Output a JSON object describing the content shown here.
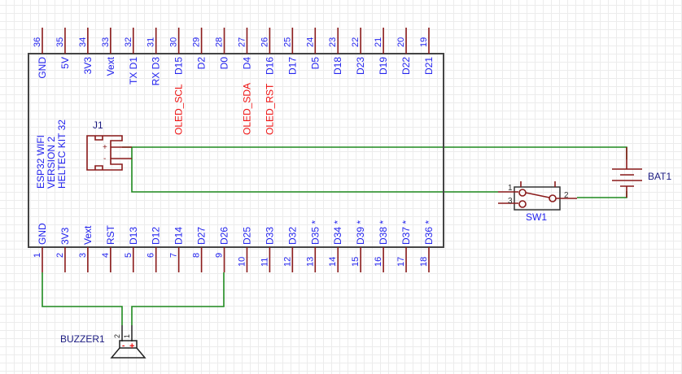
{
  "module": {
    "title_lines": [
      "ESP32 WIFI",
      "VERSION 2",
      "HELTEC KIT 32"
    ],
    "top_pins": [
      {
        "num": "36",
        "label": "GND"
      },
      {
        "num": "35",
        "label": "5V"
      },
      {
        "num": "34",
        "label": "3V3"
      },
      {
        "num": "33",
        "label": "Vext"
      },
      {
        "num": "32",
        "label": "TX D1"
      },
      {
        "num": "31",
        "label": "RX D3"
      },
      {
        "num": "30",
        "label": "D15",
        "net": "OLED_SCL"
      },
      {
        "num": "29",
        "label": "D2"
      },
      {
        "num": "28",
        "label": "D0"
      },
      {
        "num": "27",
        "label": "D4",
        "net": "OLED_SDA"
      },
      {
        "num": "26",
        "label": "D16",
        "net": "OLED_RST"
      },
      {
        "num": "25",
        "label": "D17"
      },
      {
        "num": "24",
        "label": "D5"
      },
      {
        "num": "23",
        "label": "D18"
      },
      {
        "num": "22",
        "label": "D23"
      },
      {
        "num": "21",
        "label": "D19"
      },
      {
        "num": "20",
        "label": "D22"
      },
      {
        "num": "19",
        "label": "D21"
      }
    ],
    "bottom_pins": [
      {
        "num": "1",
        "label": "GND"
      },
      {
        "num": "2",
        "label": "3V3"
      },
      {
        "num": "3",
        "label": "Vext"
      },
      {
        "num": "4",
        "label": "RST"
      },
      {
        "num": "5",
        "label": "D13"
      },
      {
        "num": "6",
        "label": "D12"
      },
      {
        "num": "7",
        "label": "D14"
      },
      {
        "num": "8",
        "label": "D27"
      },
      {
        "num": "9",
        "label": "D26"
      },
      {
        "num": "10",
        "label": "D25"
      },
      {
        "num": "11",
        "label": "D33"
      },
      {
        "num": "12",
        "label": "D32"
      },
      {
        "num": "13",
        "label": "D35 *"
      },
      {
        "num": "14",
        "label": "D34 *"
      },
      {
        "num": "15",
        "label": "D39 *"
      },
      {
        "num": "16",
        "label": "D38 *"
      },
      {
        "num": "17",
        "label": "D37 *"
      },
      {
        "num": "18",
        "label": "D36 *"
      }
    ]
  },
  "j1": {
    "ref": "J1",
    "plus": "+",
    "minus": "-"
  },
  "battery": {
    "ref": "BAT1"
  },
  "switch": {
    "ref": "SW1",
    "pin1": "1",
    "pin2": "2",
    "pin3": "3"
  },
  "buzzer": {
    "ref": "BUZZER1",
    "pin1": "1",
    "pin2": "2",
    "plus": "+",
    "minus": "-"
  },
  "colors": {
    "wire": "#1f8a1f",
    "pin": "#8a1a1a",
    "label": "#2222ee",
    "net": "#ee1111"
  }
}
